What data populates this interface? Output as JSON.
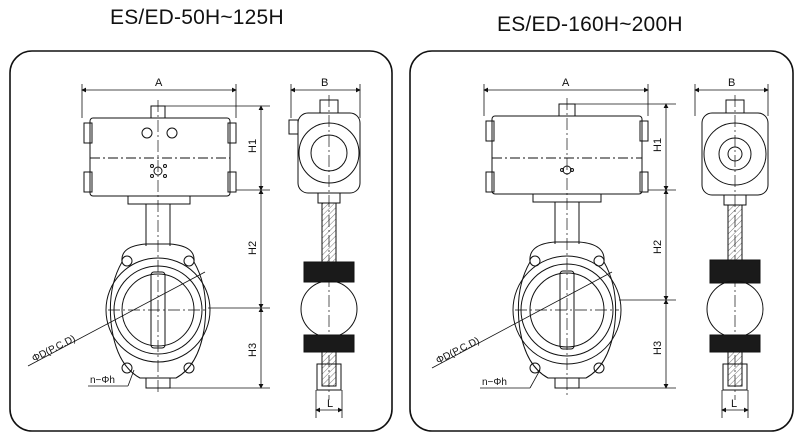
{
  "panels": [
    {
      "title": "ES/ED-50H~125H",
      "labels": {
        "A": "A",
        "B": "B",
        "H1": "H1",
        "H2": "H2",
        "H3": "H3",
        "L": "L",
        "pcd": "ΦD(P.C.D)",
        "holes": "n−Φh"
      }
    },
    {
      "title": "ES/ED-160H~200H",
      "labels": {
        "A": "A",
        "B": "B",
        "H1": "H1",
        "H2": "H2",
        "H3": "H3",
        "L": "L",
        "pcd": "ΦD(P.C.D)",
        "holes": "n−Φh"
      }
    }
  ]
}
